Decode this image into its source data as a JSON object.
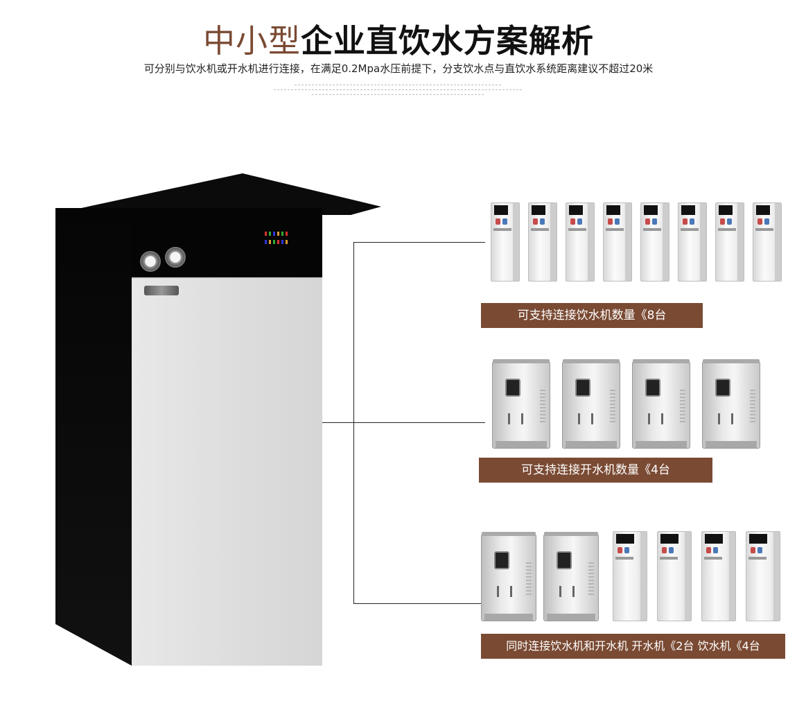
{
  "header": {
    "title_accent": "中小型",
    "title_main": "企业直饮水方案解析",
    "subtitle": "可分别与饮水机或开水机进行连接，在满足0.2Mpa水压前提下，分支饮水点与直饮水系统距离建议不超过20米"
  },
  "options": [
    {
      "label": "可支持连接饮水机数量《8台"
    },
    {
      "label": "可支持连接开水机数量《4台"
    },
    {
      "label": "同时连接饮水机和开水机  开水机《2台 饮水机《4台"
    }
  ],
  "colors": {
    "accent": "#7a4a33",
    "label_bg": "#7a4a33",
    "text": "#111111"
  }
}
